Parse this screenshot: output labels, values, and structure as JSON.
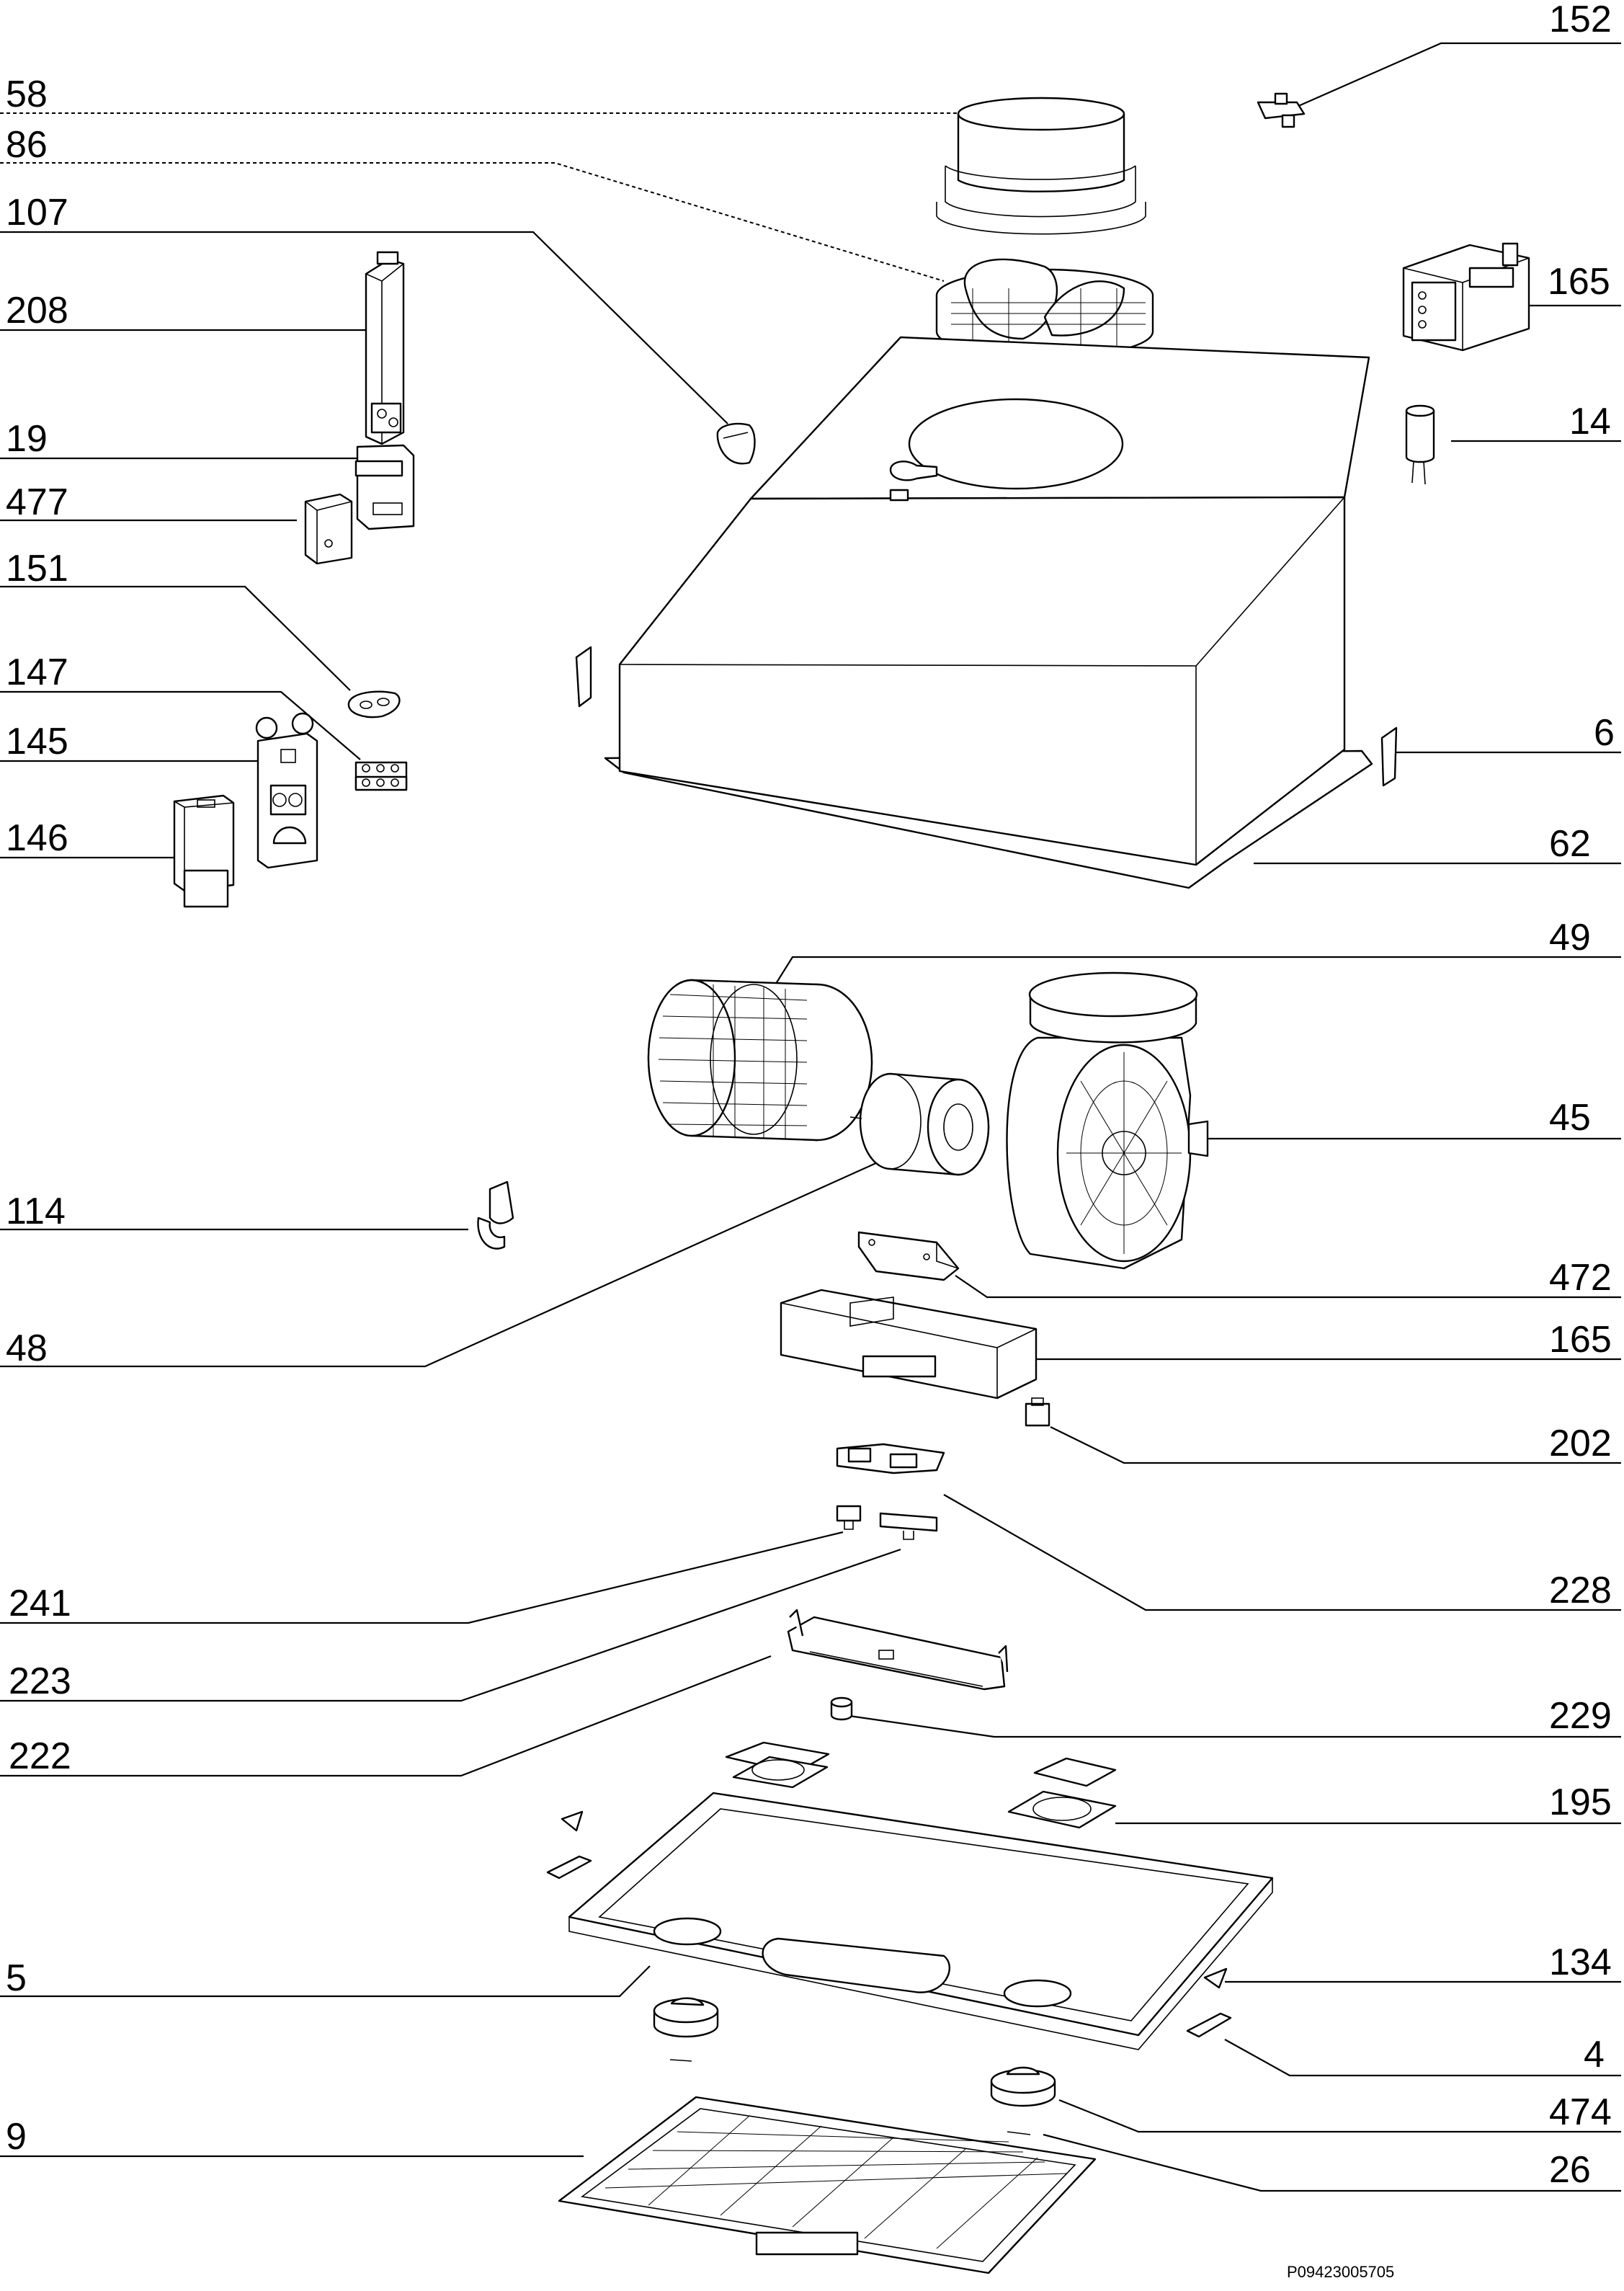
{
  "diagram": {
    "drawing_code": "P09423005705",
    "callouts": [
      {
        "id": "c152",
        "label": "152"
      },
      {
        "id": "c58",
        "label": "58"
      },
      {
        "id": "c86",
        "label": "86"
      },
      {
        "id": "c107",
        "label": "107"
      },
      {
        "id": "c165a",
        "label": "165"
      },
      {
        "id": "c208",
        "label": "208"
      },
      {
        "id": "c14",
        "label": "14"
      },
      {
        "id": "c19",
        "label": "19"
      },
      {
        "id": "c477",
        "label": "477"
      },
      {
        "id": "c151",
        "label": "151"
      },
      {
        "id": "c147",
        "label": "147"
      },
      {
        "id": "c145",
        "label": "145"
      },
      {
        "id": "c6",
        "label": "6"
      },
      {
        "id": "c146",
        "label": "146"
      },
      {
        "id": "c62",
        "label": "62"
      },
      {
        "id": "c49",
        "label": "49"
      },
      {
        "id": "c45",
        "label": "45"
      },
      {
        "id": "c114",
        "label": "114"
      },
      {
        "id": "c472",
        "label": "472"
      },
      {
        "id": "c48",
        "label": "48"
      },
      {
        "id": "c165b",
        "label": "165"
      },
      {
        "id": "c202",
        "label": "202"
      },
      {
        "id": "c241",
        "label": "241"
      },
      {
        "id": "c228",
        "label": "228"
      },
      {
        "id": "c223",
        "label": "223"
      },
      {
        "id": "c229",
        "label": "229"
      },
      {
        "id": "c222",
        "label": "222"
      },
      {
        "id": "c195",
        "label": "195"
      },
      {
        "id": "c134",
        "label": "134"
      },
      {
        "id": "c5",
        "label": "5"
      },
      {
        "id": "c4",
        "label": "4"
      },
      {
        "id": "c474",
        "label": "474"
      },
      {
        "id": "c9",
        "label": "9"
      },
      {
        "id": "c26",
        "label": "26"
      }
    ]
  }
}
